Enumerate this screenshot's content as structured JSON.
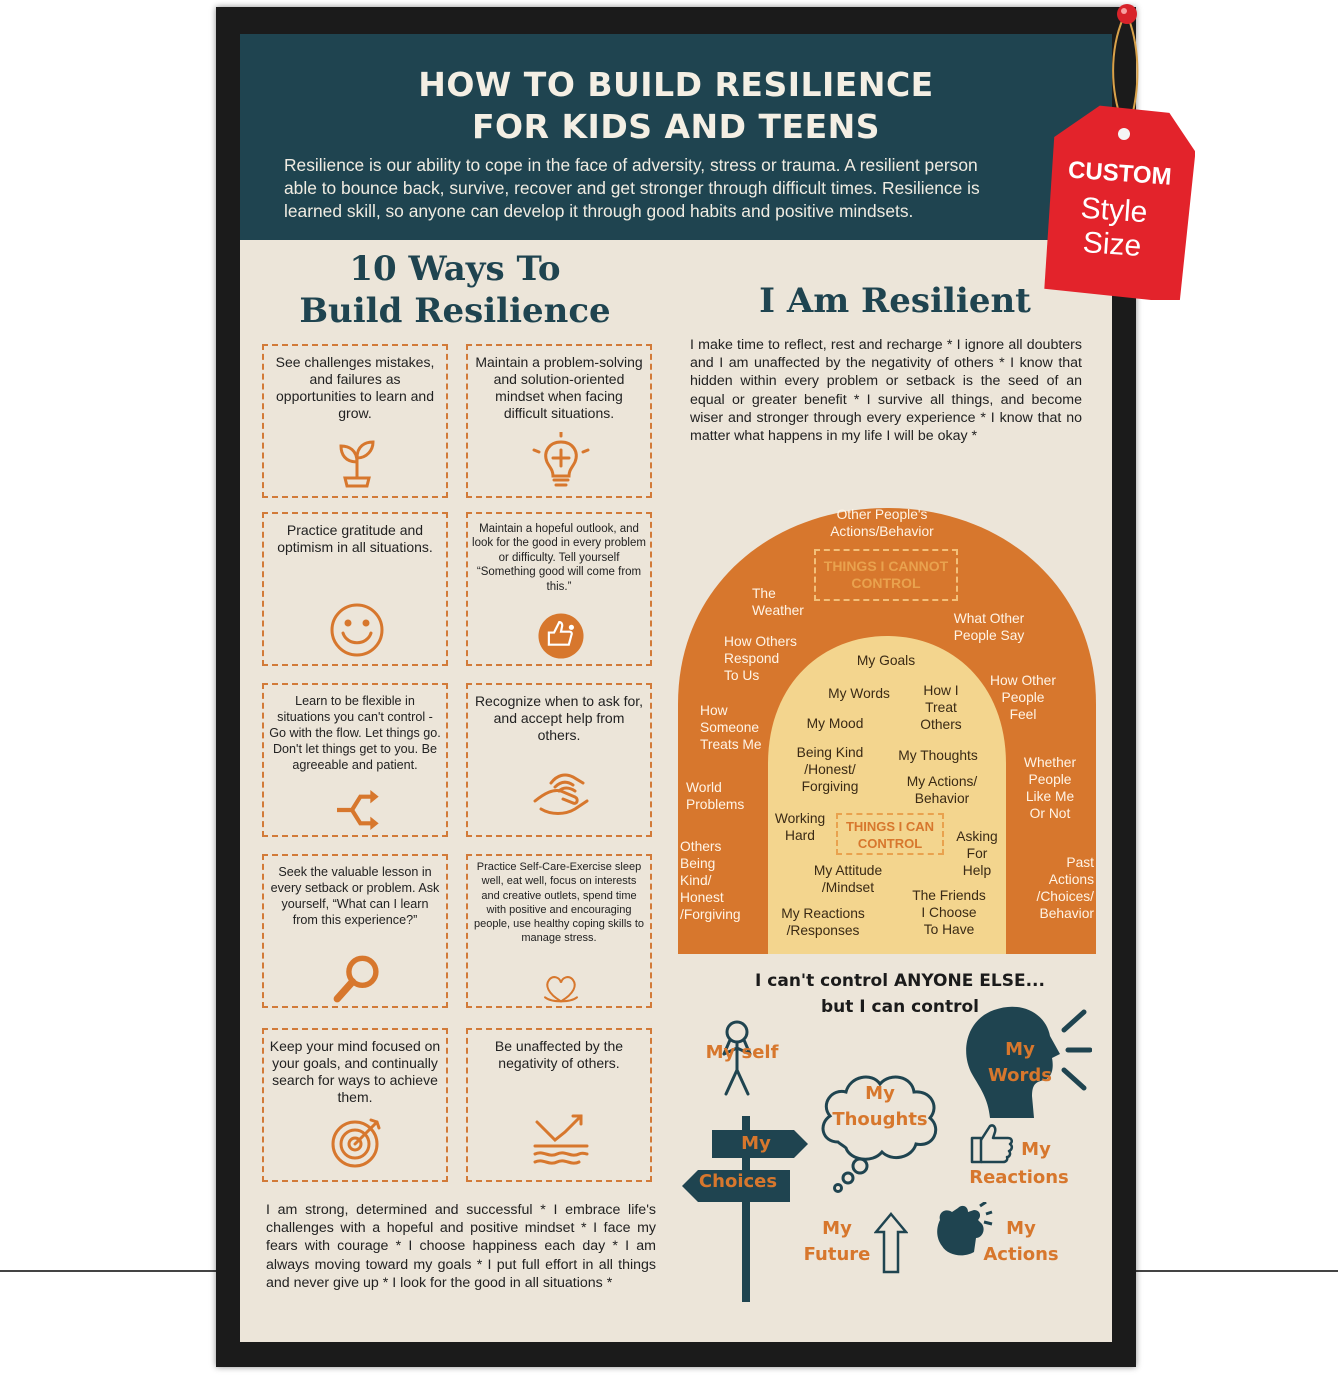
{
  "header": {
    "title_line1": "HOW TO BUILD RESILIENCE",
    "title_line2": "FOR KIDS AND TEENS",
    "intro_line1": "Resilience is our ability to cope in the face of adversity, stress or trauma. A resilient person",
    "intro_line2": "able to bounce back, survive, recover and get stronger through difficult times. Resilience is",
    "intro_line3": "learned skill, so anyone can develop it through good habits and positive mindsets."
  },
  "ways": {
    "title_line1": "10 Ways To",
    "title_line2": "Build Resilience",
    "cards": [
      {
        "text": "See challenges mistakes, and failures as opportunities to learn and grow.",
        "icon": "plant-icon"
      },
      {
        "text": "Maintain a problem-solving and solution-oriented mindset when facing difficult situations.",
        "icon": "lightbulb-puzzle-icon"
      },
      {
        "text": "Practice gratitude and optimism in all situations.",
        "icon": "smiley-icon"
      },
      {
        "text": "Maintain a hopeful outlook, and look for the good in every problem or difficulty. Tell yourself “Something good will come from this.”",
        "icon": "thumbs-up-face-icon"
      },
      {
        "text": "Learn to be flexible in situations you can't control - Go with the flow. Let things go. Don't let things get to you. Be agreeable and patient.",
        "icon": "flexible-arrows-icon"
      },
      {
        "text": "Recognize when to ask for, and accept help from others.",
        "icon": "helping-hands-icon"
      },
      {
        "text": "Seek the valuable lesson in every setback or problem. Ask yourself, “What can I learn from this experience?”",
        "icon": "magnifier-icon"
      },
      {
        "text": "Practice Self-Care-Exercise sleep well, eat well, focus on interests and creative outlets, spend time with positive and encouraging people, use healthy coping skills to manage stress.",
        "icon": "heart-hands-icon"
      },
      {
        "text": "Keep your mind focused on your goals, and continually search for ways to achieve them.",
        "icon": "target-icon"
      },
      {
        "text": "Be unaffected by the negativity of others.",
        "icon": "rising-arrow-icon"
      }
    ],
    "affirmation": "I am strong, determined and successful * I embrace life's challenges with a hopeful and positive mindset * I face my fears with courage * I choose happiness each day * I am always moving toward my goals * I put full effort in all things and never give up * I look for the good in all situations *"
  },
  "resilient": {
    "title": "I Am Resilient",
    "text": "I make time to reflect, rest and recharge * I ignore all doubters and I am unaffected by the negativity of others * I know that hidden within every problem or setback is the seed of an equal or greater benefit * I survive all things, and become wiser and stronger through every experience * I know that no matter what happens in my life I will be okay *"
  },
  "control": {
    "cannot_label_1": "THINGS I CANNOT",
    "cannot_label_2": "CONTROL",
    "can_label_1": "THINGS I CAN",
    "can_label_2": "CONTROL",
    "outer_items": {
      "others_actions": "Other People's\nActions/Behavior",
      "weather": "The\nWeather",
      "what_say": "What Other\nPeople Say",
      "respond": "How Others\nRespond\nTo Us",
      "feel": "How Other\nPeople\nFeel",
      "treats": "How\nSomeone\nTreats Me",
      "like_me": "Whether\nPeople\nLike Me\nOr Not",
      "world": "World\nProblems",
      "being_kind": "Others\nBeing\nKind/\nHonest\n/Forgiving",
      "past": "Past\nActions\n/Choices/\nBehavior"
    },
    "inner_items": {
      "goals": "My Goals",
      "words": "My Words",
      "treat_others": "How I\nTreat\nOthers",
      "mood": "My Mood",
      "kind": "Being Kind\n/Honest/\nForgiving",
      "thoughts": "My Thoughts",
      "actions": "My Actions/\nBehavior",
      "working": "Working\nHard",
      "asking": "Asking\nFor\nHelp",
      "attitude": "My Attitude\n/Mindset",
      "friends": "The Friends\nI Choose\nTo Have",
      "reactions": "My Reactions\n/Responses"
    },
    "colors": {
      "outer": "#d7772d",
      "inner": "#f3d58e",
      "dark": "#1f4450"
    }
  },
  "bottom": {
    "line1": "I can't control ANYONE ELSE...",
    "line2": "but I can control",
    "myself": "My self",
    "my_words_1": "My",
    "my_words_2": "Words",
    "my_thoughts_1": "My",
    "my_thoughts_2": "Thoughts",
    "my_choices_1": "My",
    "my_choices_2": "Choices",
    "my_reactions_1": "My",
    "my_reactions_2": "Reactions",
    "my_future_1": "My",
    "my_future_2": "Future",
    "my_actions_1": "My",
    "my_actions_2": "Actions"
  },
  "tag": {
    "line1": "CUSTOM",
    "line2": "Style",
    "line3": "Size",
    "color": "#e3232b"
  }
}
